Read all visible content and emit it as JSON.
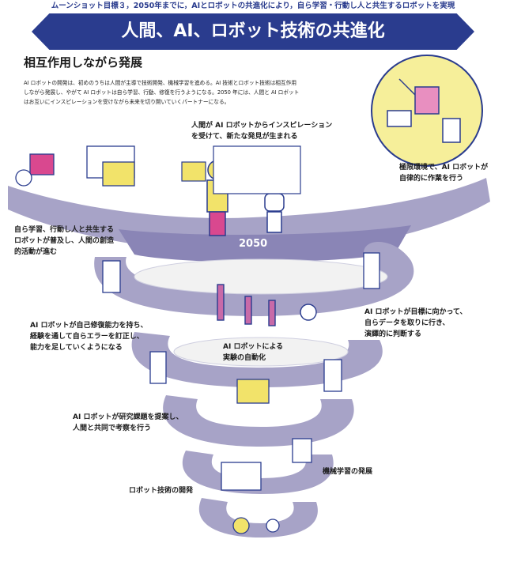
{
  "subtitle": "ムーンショット目標３，2050年までに，AIとロボットの共進化により，自ら学習・行動し人と共生するロボットを実現",
  "title": "人間、AI、ロボット技術の共進化",
  "section_heading": "相互作用しながら発展",
  "intro_lines": [
    "AI ロボットの開発は、初めのうちは人間が主導で技術開発、機械学習を進める。AI 技術とロボット技術は相互作用",
    "しながら発展し、やがて AI ロボットは自ら学習、行動、修復を行うようになる。2050 年には、人間と AI ロボット",
    "はお互いにインスピレーションを受けながら未来を切り開いていくパートナーになる。"
  ],
  "year_label": "2050",
  "captions": {
    "inspiration": [
      "人間が AI ロボットからインスピレーション",
      "を受けて、新たな発見が生まれる"
    ],
    "extreme": [
      "極限環境で、AI ロボットが",
      "自律的に作業を行う"
    ],
    "symbiosis": [
      "自ら学習、行動し人と共生する",
      "ロボットが普及し、人間の創造",
      "的活動が進む"
    ],
    "goal": [
      "AI ロボットが目標に向かって、",
      "自らデータを取りに行き、",
      "演繹的に判断する"
    ],
    "self_repair": [
      "AI ロボットが自己修復能力を持ち、",
      "経験を通して自らエラーを訂正し、",
      "能力を足していくようになる"
    ],
    "automation": [
      "AI ロボットによる",
      "実験の自動化"
    ],
    "proposal": [
      "AI ロボットが研究課題を提案し、",
      "人間と共同で考察を行う"
    ],
    "ml": [
      "機械学習の発展"
    ],
    "robot_dev": [
      "ロボット技術の開発"
    ]
  },
  "colors": {
    "navy": "#2a3c8e",
    "spiral": "#a7a3c7",
    "spiral_dark": "#8a85b6",
    "accent_yellow": "#f2e36a",
    "accent_pink": "#d9488f"
  }
}
